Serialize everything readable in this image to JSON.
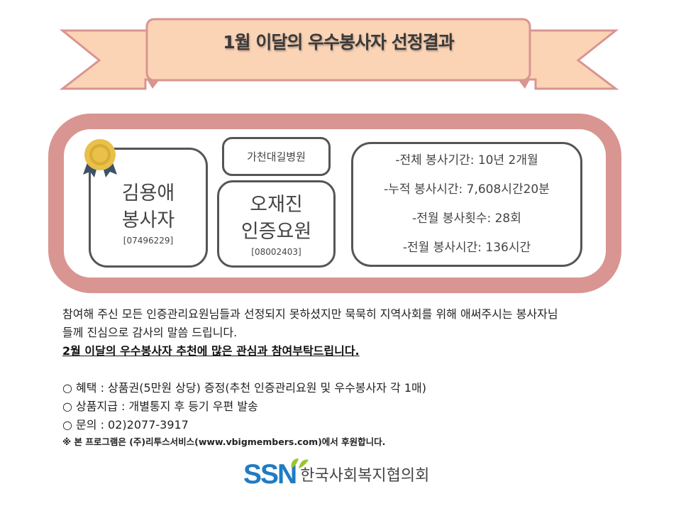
{
  "banner": {
    "title": "1월 이달의 우수봉사자 선정결과"
  },
  "volunteer": {
    "name": "김용애",
    "role": "봉사자",
    "id": "[07496229]"
  },
  "organization": {
    "name": "가천대길병원"
  },
  "manager": {
    "name": "오재진",
    "role": "인증요원",
    "id": "[08002403]"
  },
  "stats": [
    "-전체 봉사기간: 10년 2개월",
    "-누적 봉사시간: 7,608시간20분",
    "-전월 봉사횟수: 28회",
    "-전월 봉사시간: 136시간"
  ],
  "body": {
    "thanks_line1": "참여해 주신 모든 인증관리요원님들과 선정되지 못하셨지만 묵묵히 지역사회를 위해 애써주시는 봉사자님",
    "thanks_line2": "들께 진심으로 감사의 말씀 드립니다.",
    "request": "2월 이달의 우수봉사자 추천에 많은 관심과 참여부탁드립니다.",
    "bullets": [
      "○ 혜택 : 상품권(5만원 상당) 증정(추천 인증관리요원 및 우수봉사자 각 1매)",
      "○ 상품지급 : 개별통지 후 등기 우편 발송",
      "○ 문의 : 02)2077-3917"
    ],
    "note": "※ 본 프로그램은 (주)리투스서비스(www.vbigmembers.com)에서 후원합니다."
  },
  "logo": {
    "brand": "SSN",
    "org": "한국사회복지협의회"
  },
  "colors": {
    "banner_fill": "#fbd3b5",
    "banner_border": "#d99591",
    "card_border": "#d99591",
    "logo_blue": "#1f7cc4",
    "logo_green": "#9cc430"
  }
}
